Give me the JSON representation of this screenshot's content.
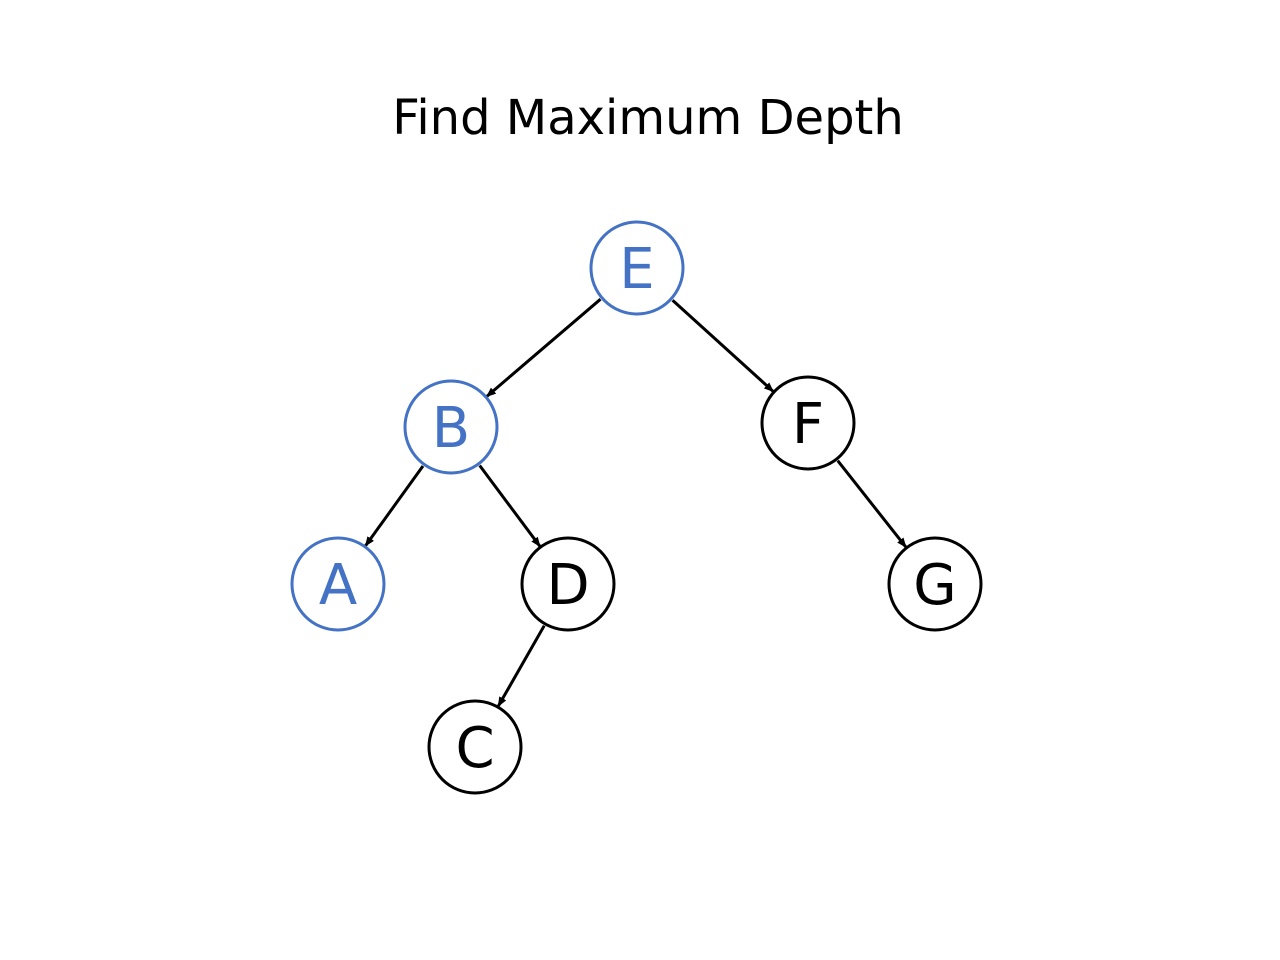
{
  "title": "Find Maximum Depth",
  "colors": {
    "highlight": "#4472C4",
    "default": "#000000",
    "edge": "#000000"
  },
  "tree": {
    "nodes": [
      {
        "id": "E",
        "label": "E",
        "highlighted": true
      },
      {
        "id": "B",
        "label": "B",
        "highlighted": true
      },
      {
        "id": "F",
        "label": "F",
        "highlighted": false
      },
      {
        "id": "A",
        "label": "A",
        "highlighted": true
      },
      {
        "id": "D",
        "label": "D",
        "highlighted": false
      },
      {
        "id": "G",
        "label": "G",
        "highlighted": false
      },
      {
        "id": "C",
        "label": "C",
        "highlighted": false
      }
    ],
    "edges": [
      {
        "from": "E",
        "to": "B"
      },
      {
        "from": "E",
        "to": "F"
      },
      {
        "from": "B",
        "to": "A"
      },
      {
        "from": "B",
        "to": "D"
      },
      {
        "from": "F",
        "to": "G"
      },
      {
        "from": "D",
        "to": "C"
      }
    ]
  }
}
